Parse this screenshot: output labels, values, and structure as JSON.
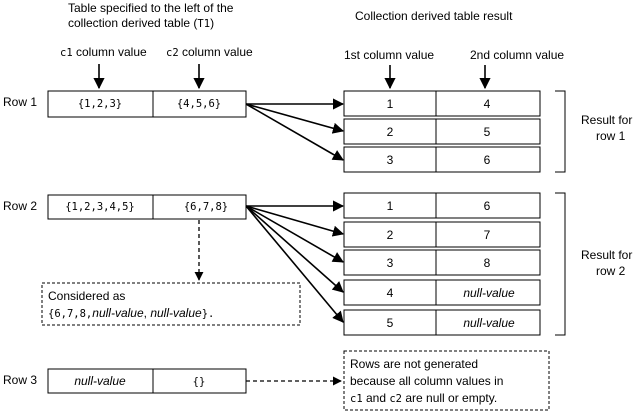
{
  "top_left_caption": {
    "line1": "Table specified to the left of the",
    "line2_prefix": "collection derived table (",
    "line2_code": "T1",
    "line2_suffix": ")"
  },
  "top_right_caption": "Collection derived table result",
  "input_headers": {
    "c1_code": "c1",
    "c1_text": " column value",
    "c2_code": "c2",
    "c2_text": " column value"
  },
  "result_headers": {
    "first": "1st column value",
    "second": "2nd column value"
  },
  "rows": [
    {
      "label": "Row 1",
      "c1": "{1,2,3}",
      "c2": "{4,5,6}"
    },
    {
      "label": "Row 2",
      "c1": "{1,2,3,4,5}",
      "c2": "{6,7,8}"
    },
    {
      "label": "Row 3",
      "c1": "null-value",
      "c2": "{}"
    }
  ],
  "results_row1": [
    {
      "first": "1",
      "second": "4"
    },
    {
      "first": "2",
      "second": "5"
    },
    {
      "first": "3",
      "second": "6"
    }
  ],
  "results_row2": [
    {
      "first": "1",
      "second": "6"
    },
    {
      "first": "2",
      "second": "7"
    },
    {
      "first": "3",
      "second": "8"
    },
    {
      "first": "4",
      "second": "null-value"
    },
    {
      "first": "5",
      "second": "null-value"
    }
  ],
  "result_for_row1": {
    "line1": "Result for",
    "line2": "row 1"
  },
  "result_for_row2": {
    "line1": "Result for",
    "line2": "row 2"
  },
  "considered_note": {
    "line1": "Considered as",
    "prefix": "{6,7,8,",
    "null1": "null-value",
    "sep": ",",
    "null2": "null-value",
    "suffix": "}."
  },
  "rows_note": {
    "line1": "Rows are not generated",
    "line2": "because all column values in",
    "line3_code1": "c1",
    "line3_mid": " and ",
    "line3_code2": "c2",
    "line3_suffix": " are null or empty."
  }
}
